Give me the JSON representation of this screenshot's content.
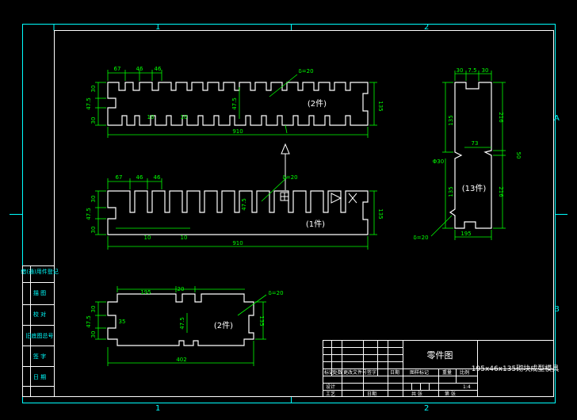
{
  "colors": {
    "background": "#000000",
    "frame": "#00ffff",
    "part_outline": "#ffffff",
    "dimension": "#00ff00",
    "hatch": "#ffffff"
  },
  "border": {
    "zones_top": [
      "1",
      "2"
    ],
    "zones_bottom": [
      "1",
      "2"
    ],
    "zones_right": [
      "A",
      "B"
    ]
  },
  "side_labels": [
    "借(通)用件登记",
    "描 图",
    "校 对",
    "旧底图总号",
    "签 字",
    "日 期"
  ],
  "title_block": {
    "drawing_title": "零件图",
    "drawing_name": "195x46x135砌块成型模具",
    "header_cells": [
      "标记",
      "处数",
      "更改文件号",
      "签字",
      "日期"
    ],
    "stage_label": "图样标记",
    "weight_label": "重量",
    "scale_label": "比例",
    "scale_value": "1:4",
    "design_label": "设计",
    "process_label": "工艺",
    "sheet_label": "共 张",
    "sheet_of_label": "第 张",
    "date_label": "日期"
  },
  "views": {
    "top": {
      "part_label": "(2件)",
      "thickness_label": "δ=20",
      "overall_width": "910",
      "height_dim": "135",
      "dims_top": [
        "67",
        "46",
        "46"
      ],
      "dims_left": [
        "30",
        "47.5",
        "30"
      ],
      "inner_dims": [
        "10",
        "10"
      ],
      "side_dim": "47.5"
    },
    "middle": {
      "part_label": "(1件)",
      "thickness_label": "δ=20",
      "overall_width": "910",
      "height_dim": "135",
      "dims_top": [
        "67",
        "46",
        "46"
      ],
      "dims_left": [
        "30",
        "47.5",
        "30"
      ],
      "inner_dims": [
        "10",
        "10"
      ],
      "side_dim": "47.5"
    },
    "side": {
      "part_label": "(13件)",
      "thickness_label": "δ=20",
      "dims_top": [
        "30",
        "7.5",
        "30"
      ],
      "dims_right": [
        "216",
        "50",
        "216"
      ],
      "dims_left": [
        "135",
        "135"
      ],
      "width_dim": "195",
      "radius_dim": "Φ30",
      "inner_dim": "73"
    },
    "bottom": {
      "part_label": "(2件)",
      "thickness_label": "δ=20",
      "overall_width": "402",
      "height_dim": "135",
      "dims_top": [
        "195",
        "20"
      ],
      "dims_left": [
        "30",
        "47.5",
        "30"
      ],
      "inner_dims": [
        "35",
        "47.5"
      ]
    }
  }
}
